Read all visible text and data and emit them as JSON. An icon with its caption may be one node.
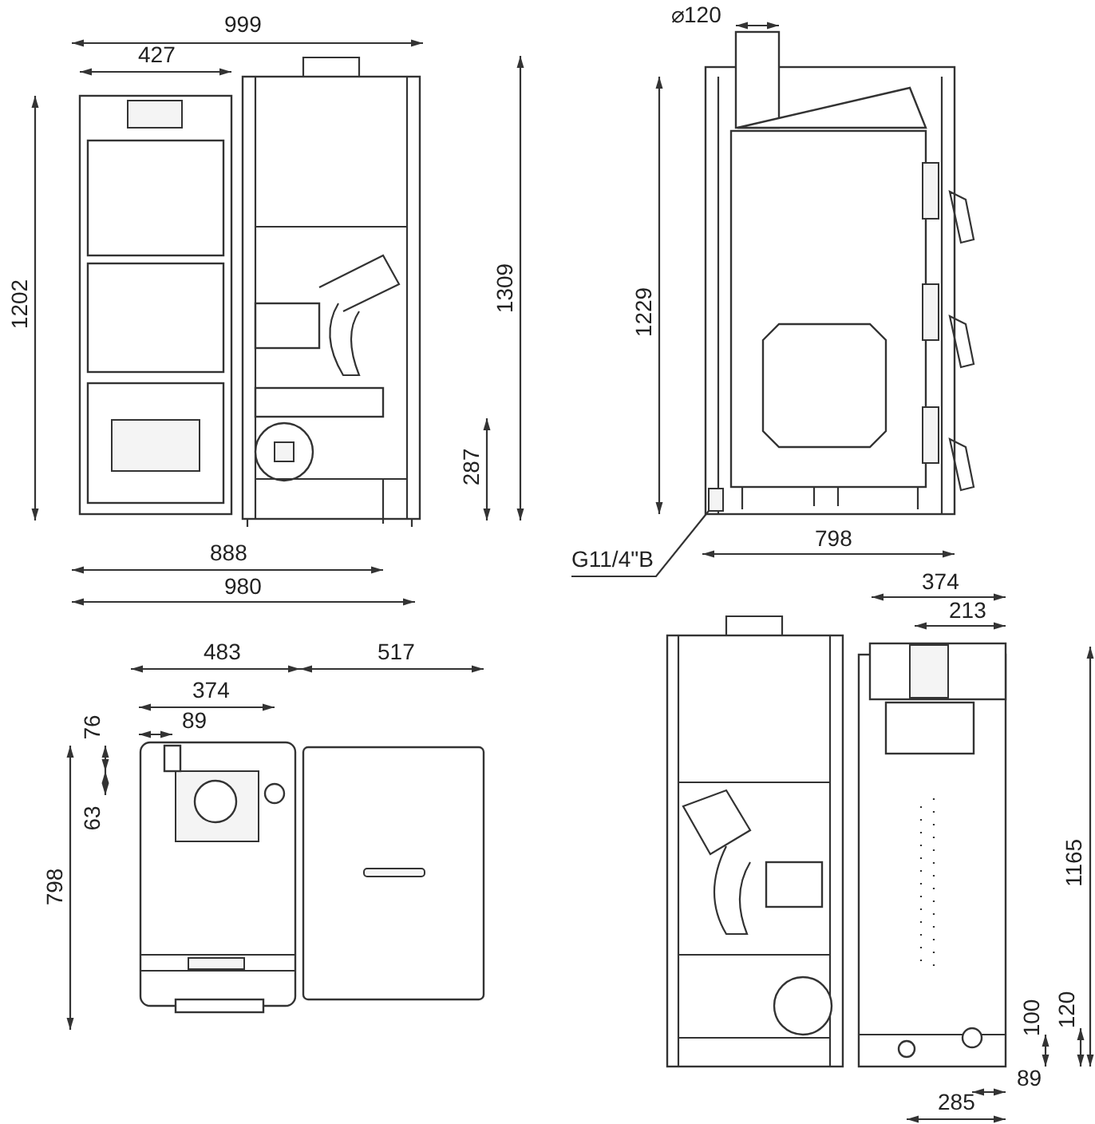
{
  "diagram": {
    "nodes": [
      {
        "text": [
          "G11/4\"B"
        ]
      },
      {
        "text": [],
        "shape": "box"
      }
    ],
    "edges": [
      {
        "from": 0,
        "to": 1,
        "arrow": "none"
      }
    ],
    "labels": [
      "999",
      "427",
      "⌀120",
      "1202",
      "1309",
      "1229",
      "287",
      "888",
      "798",
      "980",
      "374",
      "213",
      "483",
      "517",
      "374",
      "76",
      "89",
      "63",
      "1165",
      "798",
      "100",
      "120",
      "285",
      "89"
    ]
  }
}
